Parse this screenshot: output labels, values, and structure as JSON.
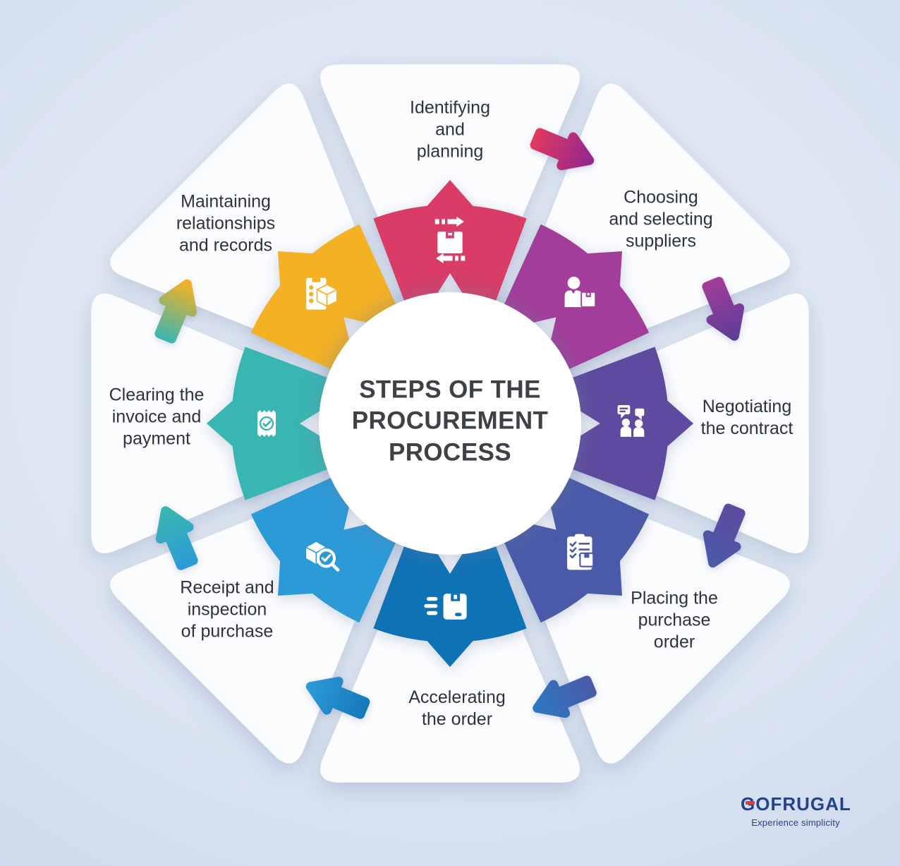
{
  "background": {
    "color_center": "#eaeff7",
    "color_edge": "#bed0e7",
    "petal_color": "#fbfcfe"
  },
  "center": {
    "title": "STEPS OF THE\nPROCUREMENT\nPROCESS",
    "text_color": "#3e4146",
    "circle_color": "#ffffff"
  },
  "steps": [
    {
      "id": "identifying-planning",
      "label": "Identifying\nand\nplanning",
      "color": "#d93c67",
      "icon": "box-transfer-icon"
    },
    {
      "id": "choosing-suppliers",
      "label": "Choosing\nand selecting\nsuppliers",
      "color": "#a23d99",
      "icon": "supplier-person-icon"
    },
    {
      "id": "negotiating-contract",
      "label": "Negotiating\nthe contract",
      "color": "#5e4a9e",
      "icon": "negotiation-chat-icon"
    },
    {
      "id": "placing-order",
      "label": "Placing the\npurchase\norder",
      "color": "#4a5aa8",
      "icon": "order-checklist-icon"
    },
    {
      "id": "accelerating-order",
      "label": "Accelerating\nthe order",
      "color": "#0f72b5",
      "icon": "fast-delivery-icon"
    },
    {
      "id": "receipt-inspection",
      "label": "Receipt and\ninspection\nof purchase",
      "color": "#2c9ad7",
      "icon": "inspection-magnifier-icon"
    },
    {
      "id": "clearing-invoice",
      "label": "Clearing the\ninvoice and\npayment",
      "color": "#39b6b1",
      "icon": "invoice-check-icon"
    },
    {
      "id": "maintaining-records",
      "label": "Maintaining\nrelationships\nand records",
      "color": "#f4b124",
      "icon": "records-cube-icon"
    }
  ],
  "arrows": [
    {
      "from": "identifying-planning",
      "to": "choosing-suppliers",
      "color_from": "#e2395f",
      "color_to": "#93278f"
    },
    {
      "from": "choosing-suppliers",
      "to": "negotiating-contract",
      "color_from": "#a23d99",
      "color_to": "#5e3d99"
    },
    {
      "from": "negotiating-contract",
      "to": "placing-order",
      "color_from": "#5e4a9e",
      "color_to": "#4a5aa8"
    },
    {
      "from": "placing-order",
      "to": "accelerating-order",
      "color_from": "#4a5aa8",
      "color_to": "#2e77c0"
    },
    {
      "from": "accelerating-order",
      "to": "receipt-inspection",
      "color_from": "#1578bb",
      "color_to": "#2c9ad7"
    },
    {
      "from": "receipt-inspection",
      "to": "clearing-invoice",
      "color_from": "#2c9ad7",
      "color_to": "#39b6b1"
    },
    {
      "from": "clearing-invoice",
      "to": "maintaining-records",
      "color_from": "#39b6b1",
      "color_to": "#f4b124"
    }
  ],
  "logo": {
    "text": "GOFRUGAL",
    "tagline": "Experience simplicity",
    "text_color": "#24418f",
    "accent_color": "#e23b30"
  }
}
